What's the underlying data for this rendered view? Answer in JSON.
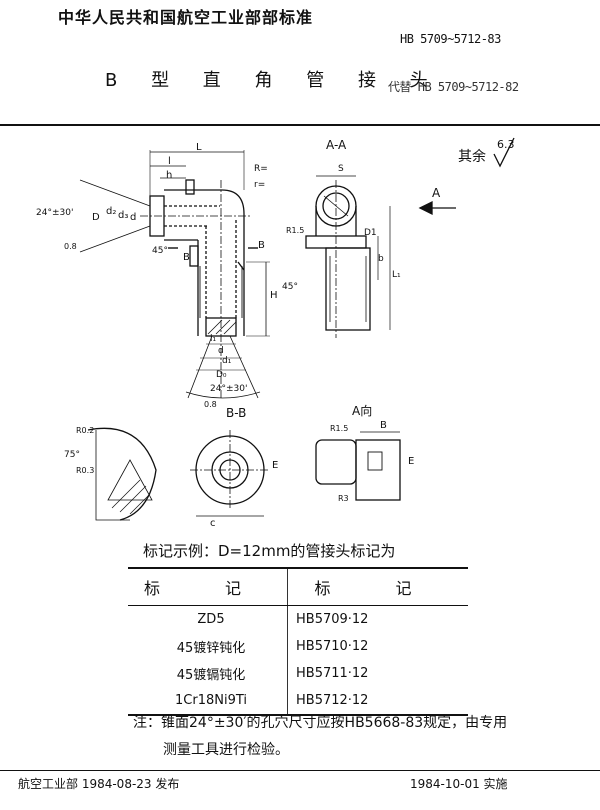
{
  "header": {
    "organization": "中华人民共和国航空工业部部标准",
    "standard_no": "HB 5709~5712-83",
    "title": "B 型 直 角 管 接 头",
    "replaces": "代替 HB 5709~5712-82"
  },
  "surface_finish": {
    "label": "其余",
    "value": "6.3"
  },
  "views": {
    "section_aa": "A-A",
    "section_bb": "B-B",
    "view_a": "A向",
    "arrow_a": "A"
  },
  "dimensions": {
    "L": "L",
    "l": "l",
    "h": "h",
    "R": "R=",
    "r": "r=",
    "angle_24": "24°±30'",
    "d2": "d₂",
    "d3": "d₃",
    "d": "d",
    "D": "D",
    "a45": "45°",
    "B": "B",
    "H": "H",
    "l1": "l₁",
    "d1": "d₁",
    "D0": "D₀",
    "S": "S",
    "R15": "R1.5",
    "D1": "D1",
    "b": "b",
    "L1": "L₁",
    "R02": "R0.2",
    "R03": "R0.3",
    "a75": "75°",
    "c": "c",
    "E": "E",
    "R3": "R3",
    "ra08": "0.8"
  },
  "marking_example": "标记示例：D=12mm的管接头标记为",
  "table": {
    "headers": [
      "标  记",
      "标  记"
    ],
    "rows": [
      [
        "ZD5",
        "HB5709·12"
      ],
      [
        "45镀锌钝化",
        "HB5710·12"
      ],
      [
        "45镀镉钝化",
        "HB5711·12"
      ],
      [
        "1Cr18Ni9Ti",
        "HB5712·12"
      ]
    ]
  },
  "note": {
    "line1": "注：锥面24°±30′的孔穴尺寸应按HB5668-83规定，由专用",
    "line2": "测量工具进行检验。"
  },
  "footer": {
    "issued": "航空工业部 1984-08-23 发布",
    "effective": "1984-10-01 实施"
  }
}
